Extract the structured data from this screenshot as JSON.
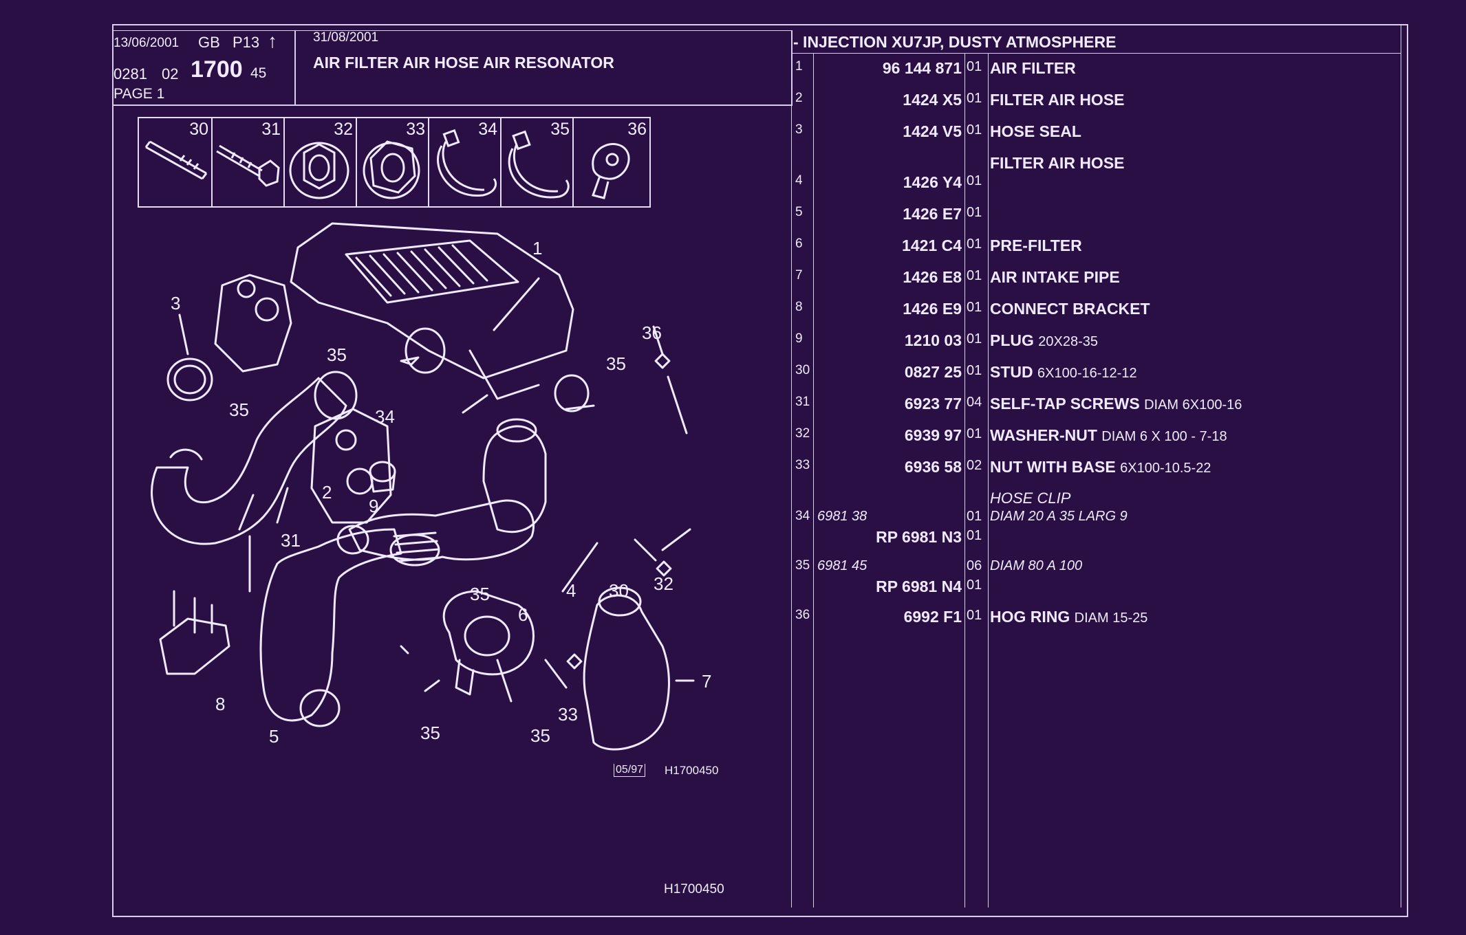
{
  "header": {
    "date_left": "13/06/2001",
    "lang": "GB",
    "page_code": "P13",
    "arrow": "↑",
    "code_a": "0281",
    "code_b": "02",
    "code_main": "1700",
    "code_c": "45",
    "page_label": "PAGE 1",
    "date_right": "31/08/2001",
    "title": "AIR FILTER AIR HOSE AIR RESONATOR",
    "subtitle": "- INJECTION XU7JP, DUSTY ATMOSPHERE"
  },
  "icons": [
    {
      "num": "30",
      "name": "stud-icon"
    },
    {
      "num": "31",
      "name": "screw-icon"
    },
    {
      "num": "32",
      "name": "washer-nut-icon"
    },
    {
      "num": "33",
      "name": "nut-with-base-icon"
    },
    {
      "num": "34",
      "name": "hose-clip-small-icon"
    },
    {
      "num": "35",
      "name": "hose-clip-large-icon"
    },
    {
      "num": "36",
      "name": "hog-ring-icon"
    }
  ],
  "diagram": {
    "callouts": [
      "1",
      "2",
      "3",
      "4",
      "5",
      "6",
      "7",
      "8",
      "9",
      "30",
      "31",
      "32",
      "33",
      "34",
      "35",
      "35",
      "35",
      "35",
      "35",
      "35",
      "36"
    ],
    "ref_date": "05/97",
    "ref_code": "H1700450",
    "footer_code": "H1700450"
  },
  "parts": [
    {
      "idx": "1",
      "ref": "96 144 871",
      "qty": "01",
      "desc": "AIR FILTER",
      "sub": ""
    },
    {
      "idx": "2",
      "ref": "1424 X5",
      "qty": "01",
      "desc": "FILTER AIR HOSE",
      "sub": ""
    },
    {
      "idx": "3",
      "ref": "1424 V5",
      "qty": "01",
      "desc": "HOSE SEAL",
      "sub": ""
    },
    {
      "idx": "",
      "ref": "",
      "qty": "",
      "desc": "FILTER AIR HOSE",
      "sub": ""
    },
    {
      "idx": "4",
      "ref": "1426 Y4",
      "qty": "01",
      "desc": "",
      "sub": ""
    },
    {
      "idx": "5",
      "ref": "1426 E7",
      "qty": "01",
      "desc": "",
      "sub": ""
    },
    {
      "idx": "6",
      "ref": "1421 C4",
      "qty": "01",
      "desc": "PRE-FILTER",
      "sub": ""
    },
    {
      "idx": "7",
      "ref": "1426 E8",
      "qty": "01",
      "desc": "AIR INTAKE PIPE",
      "sub": ""
    },
    {
      "idx": "8",
      "ref": "1426 E9",
      "qty": "01",
      "desc": "CONNECT BRACKET",
      "sub": ""
    },
    {
      "idx": "9",
      "ref": "1210 03",
      "qty": "01",
      "desc": "PLUG",
      "sub": "20X28-35"
    },
    {
      "idx": "30",
      "ref": "0827 25",
      "qty": "01",
      "desc": "STUD",
      "sub": "6X100-16-12-12"
    },
    {
      "idx": "31",
      "ref": "6923 77",
      "qty": "04",
      "desc": "SELF-TAP SCREWS",
      "sub": "DIAM 6X100-16"
    },
    {
      "idx": "32",
      "ref": "6939 97",
      "qty": "01",
      "desc": "WASHER-NUT",
      "sub": "DIAM 6 X 100 - 7-18"
    },
    {
      "idx": "33",
      "ref": "6936 58",
      "qty": "02",
      "desc": "NUT WITH BASE",
      "sub": "6X100-10.5-22"
    },
    {
      "idx": "",
      "ref": "",
      "qty": "",
      "desc": "",
      "sub": "HOSE CLIP"
    },
    {
      "idx": "34",
      "alt": "6981 38",
      "ref": "",
      "qty": "01",
      "desc": "",
      "sub": "DIAM 20 A 35 LARG 9"
    },
    {
      "idx": "",
      "ref": "RP 6981 N3",
      "qty": "01",
      "desc": "",
      "sub": ""
    },
    {
      "idx": "35",
      "alt": "6981 45",
      "ref": "",
      "qty": "06",
      "desc": "",
      "sub": "DIAM 80 A 100"
    },
    {
      "idx": "",
      "ref": "RP 6981 N4",
      "qty": "01",
      "desc": "",
      "sub": ""
    },
    {
      "idx": "36",
      "ref": "6992 F1",
      "qty": "01",
      "desc": "HOG RING",
      "sub": "DIAM 15-25"
    }
  ]
}
